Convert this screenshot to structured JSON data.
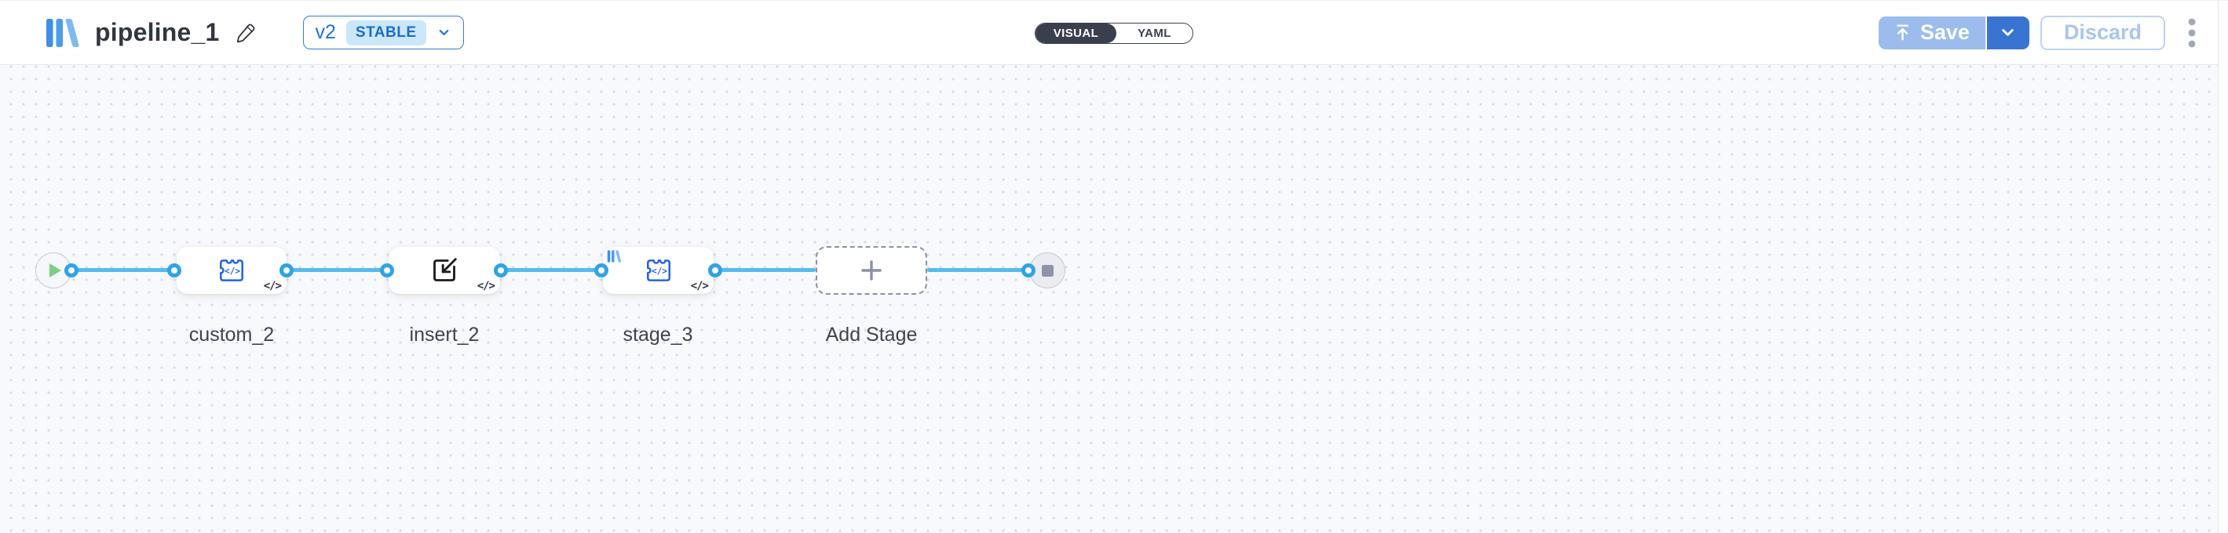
{
  "header": {
    "title": "pipeline_1",
    "version": {
      "label": "v2",
      "badge": "STABLE"
    },
    "view_toggle": {
      "options": [
        "VISUAL",
        "YAML"
      ],
      "active": "VISUAL"
    },
    "save_label": "Save",
    "discard_label": "Discard"
  },
  "canvas": {
    "stages": [
      {
        "name": "custom_2",
        "icon": "plugin-code-icon",
        "badge": "</>"
      },
      {
        "name": "insert_2",
        "icon": "insert-icon",
        "badge": "</>"
      },
      {
        "name": "stage_3",
        "icon": "plugin-code-icon",
        "badge": "</>",
        "corner_icon": "library-logo-icon"
      },
      {
        "name": "Add Stage",
        "icon": "plus-icon",
        "placeholder": true
      }
    ],
    "start_node_icon": "play-icon",
    "end_node_icon": "stop-icon"
  },
  "colors": {
    "accent_blue": "#2e7ce2",
    "connector_blue": "#55bbee",
    "port_blue": "#2fa3e8",
    "icon_blue": "#2166dd",
    "save_disabled_blue": "#9bbcec",
    "save_caret_blue": "#3a74d2",
    "play_green": "#7bce84",
    "stop_gray": "#8e93a8",
    "toggle_dark": "#3a3f4e"
  }
}
